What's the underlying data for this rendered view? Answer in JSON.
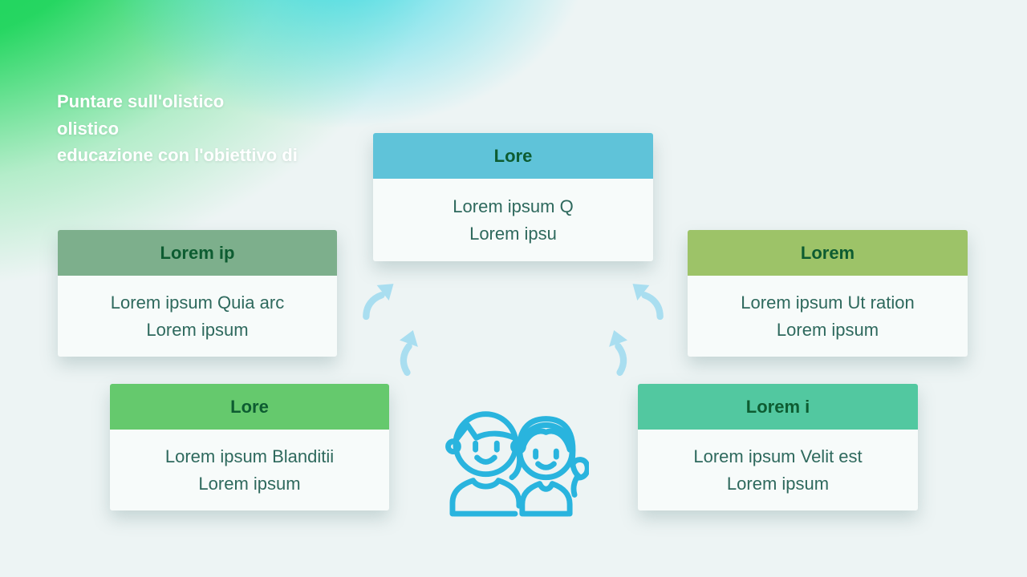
{
  "slide": {
    "title_lines": [
      "Puntare sull'olistico",
      "olistico",
      "educazione con l'obiettivo di"
    ]
  },
  "cards": {
    "top": {
      "header": "Lore",
      "line1": "Lorem ipsum Q",
      "line2": "Lorem ipsu",
      "header_color": "#5fc3d9"
    },
    "left": {
      "header": "Lorem ip",
      "line1": "Lorem ipsum Quia arc",
      "line2": "Lorem ipsum",
      "header_color": "#7daf8c"
    },
    "right": {
      "header": "Lorem",
      "line1": "Lorem ipsum Ut ration",
      "line2": "Lorem ipsum",
      "header_color": "#9dc368"
    },
    "bottom_left": {
      "header": "Lore",
      "line1": "Lorem ipsum Blanditii",
      "line2": "Lorem ipsum",
      "header_color": "#65c96d"
    },
    "bottom_right": {
      "header": "Lorem i",
      "line1": "Lorem ipsum Velit est",
      "line2": "Lorem ipsum",
      "header_color": "#52c8a0"
    }
  },
  "icons": {
    "center": "two-children-line-art",
    "arrows": [
      "curved-arrow-up-right",
      "curved-arrow-up",
      "curved-arrow-up",
      "curved-arrow-up-left"
    ]
  },
  "colors": {
    "page_bg": "#edf4f4",
    "card_body_bg": "#f7fbfa",
    "header_text": "#0d5c31",
    "body_text": "#2e695d",
    "title_text": "#ffffff",
    "arrow": "#a9def0",
    "children_icon_stroke": "#29b4de",
    "gradient_green": "#15d455",
    "gradient_cyan": "#2bd7e6"
  }
}
